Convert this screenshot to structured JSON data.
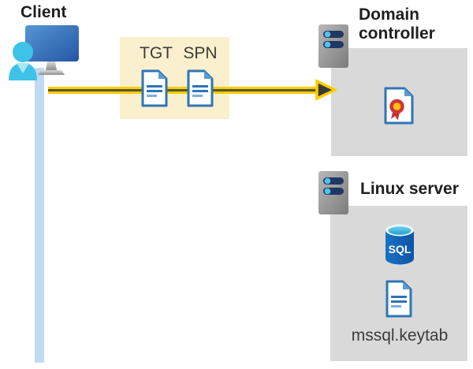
{
  "client": {
    "label": "Client"
  },
  "ticket_box": {
    "tgt_label": "TGT",
    "spn_label": "SPN"
  },
  "domain_controller": {
    "label": "Domain controller"
  },
  "linux_server": {
    "label": "Linux server",
    "sql_label": "SQL",
    "keytab_label": "mssql.keytab"
  },
  "colors": {
    "ticket_box_bg": "#FAF0CD",
    "server_box_bg": "#D9D9D9",
    "arrow_yellow": "#FFCC00",
    "arrow_core": "#56562C",
    "client_line_blue": "#BFDBF3",
    "document_blue": "#2E75B6",
    "document_fold_blue": "#5B9BD5",
    "sql_body_blue": "#1A72C4",
    "sql_top_cyan": "#2DAFD9",
    "seal_red": "#D13438",
    "seal_yellow": "#FFC20E",
    "server_bar_navy": "#203864",
    "server_dot_cyan": "#55C3E8",
    "heading_text": "#1F1F1F",
    "sublabel_text": "#3C3C3C"
  }
}
